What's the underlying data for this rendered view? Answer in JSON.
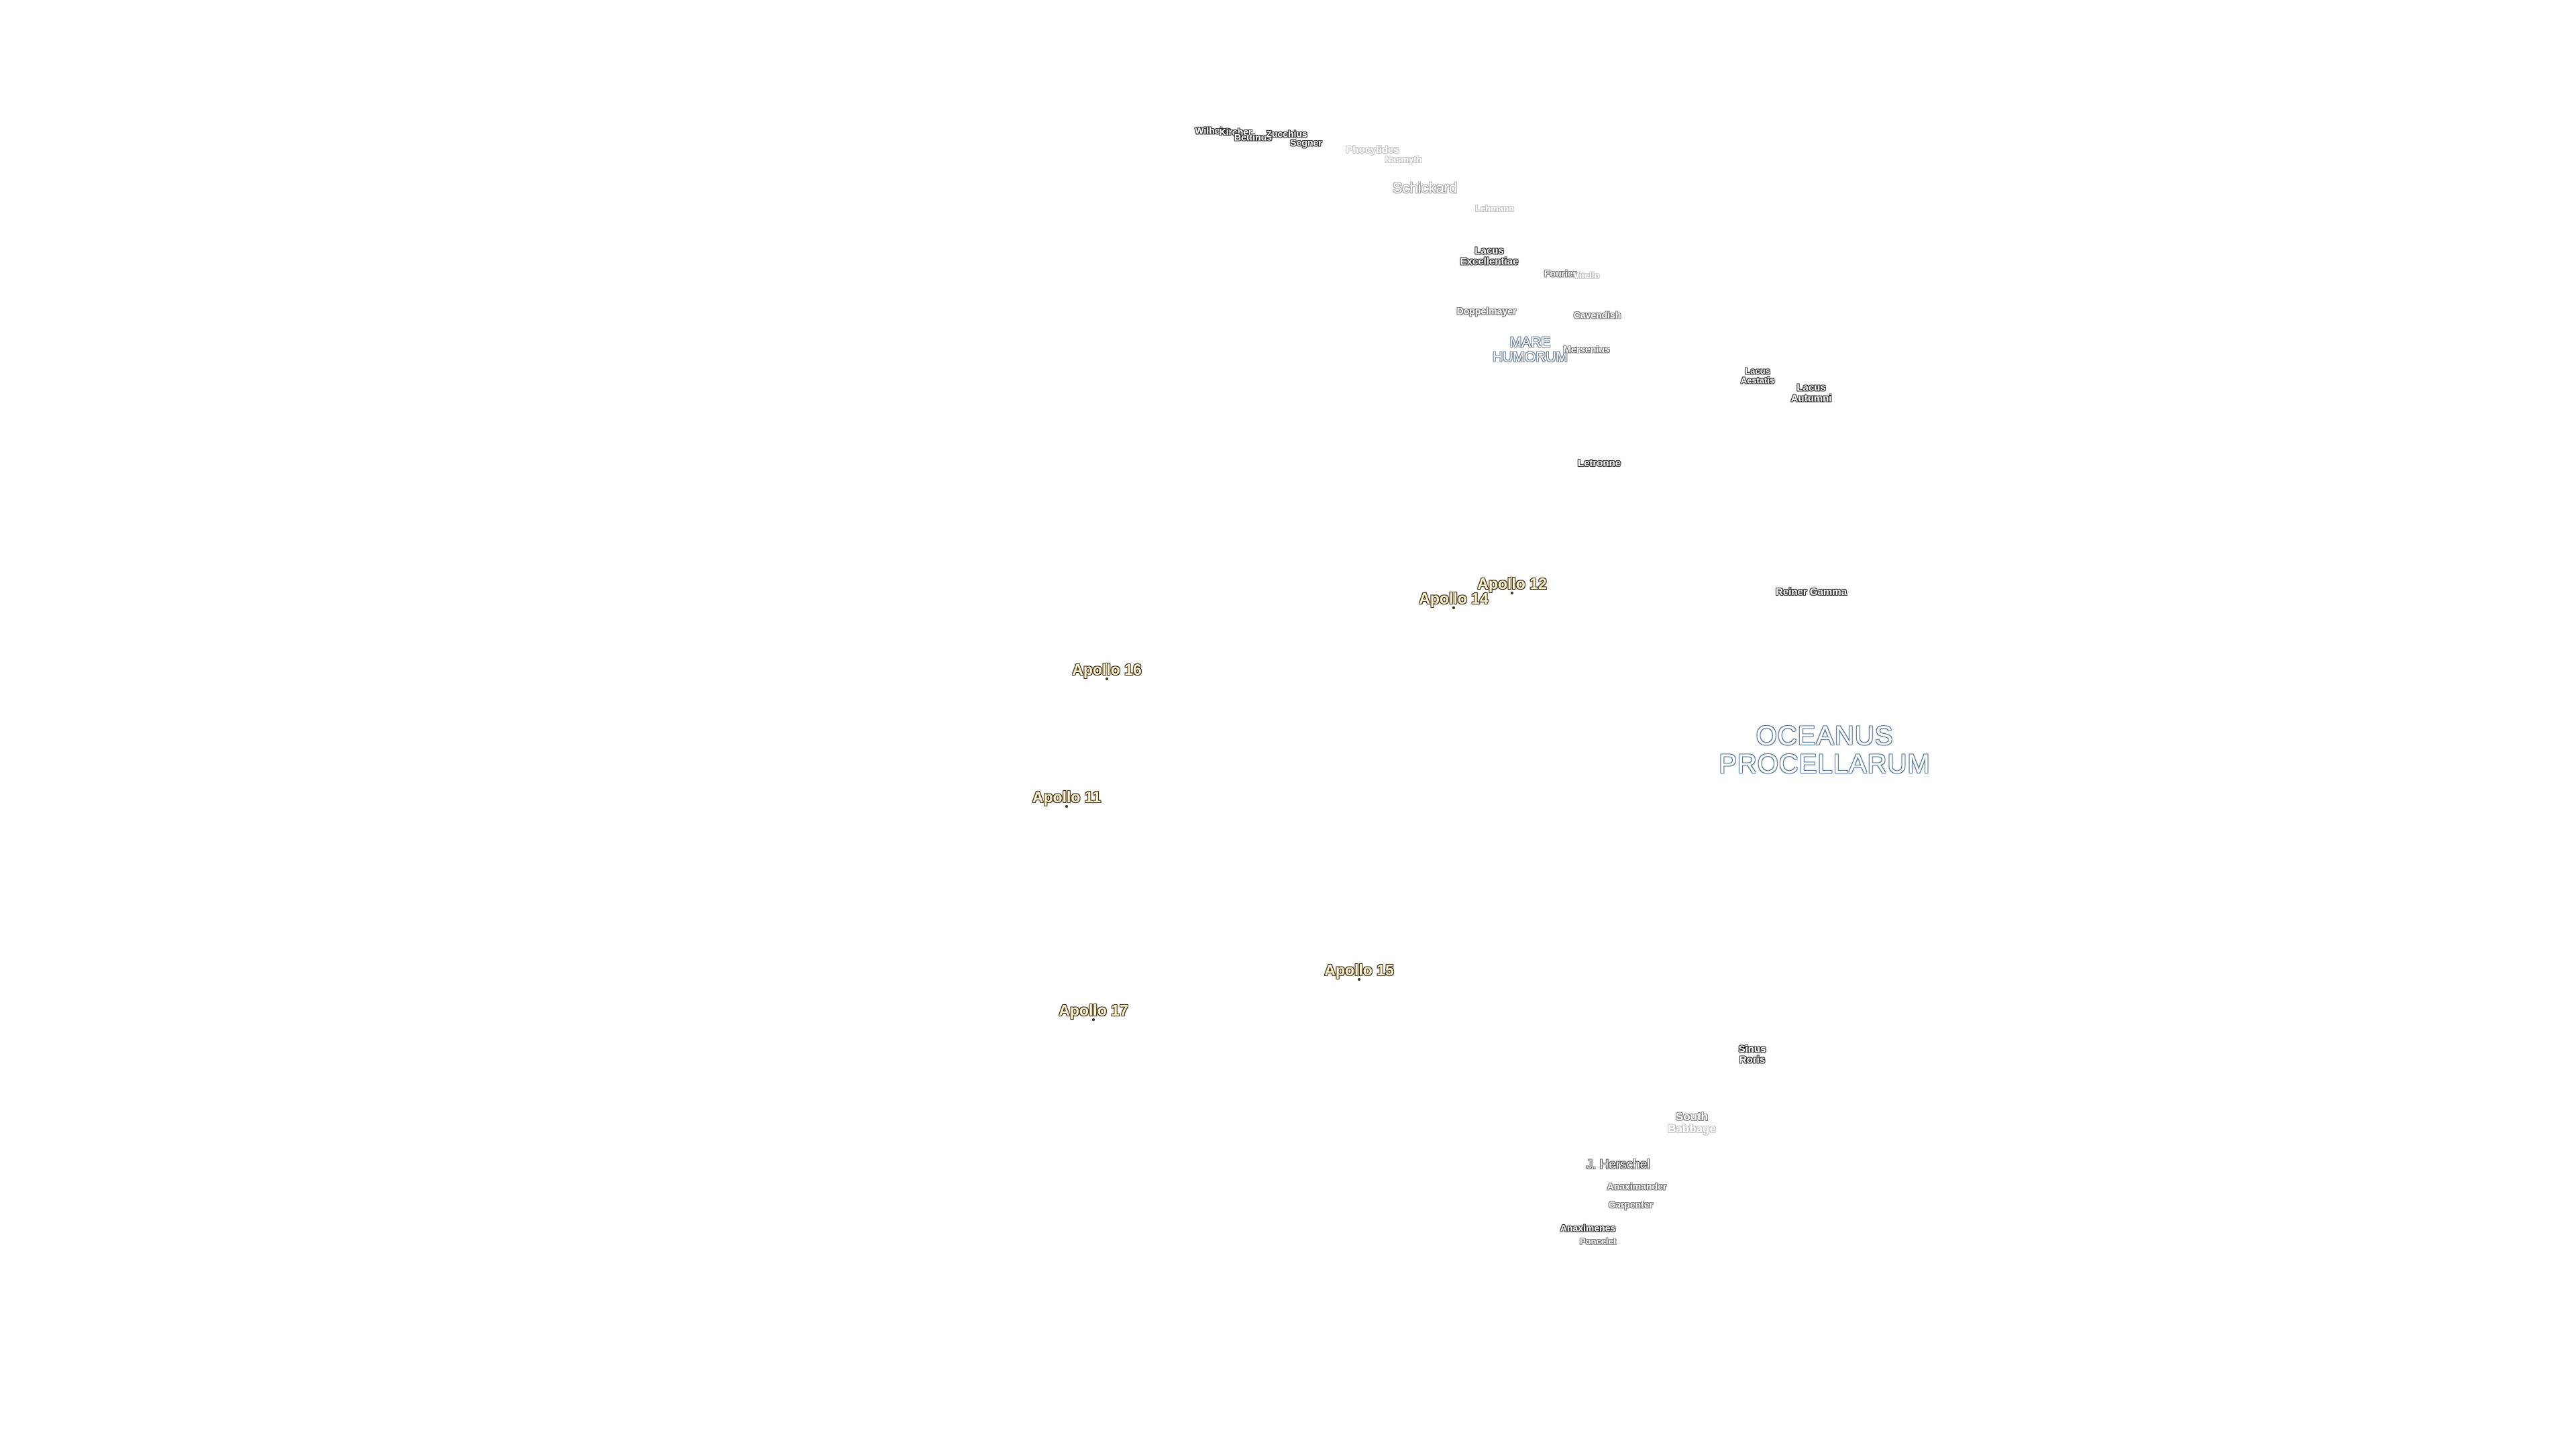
{
  "map": {
    "features": {
      "wilhelm": "Wilhelm",
      "kircher": "Kircher",
      "bettinus": "Bettinus",
      "zucchius": "Zucchius",
      "segner": "Segner",
      "phocylides": "Phocylides",
      "nasmyth": "Nasmyth",
      "schickard": "Schickard",
      "lehmann": "Lehmann",
      "lacus_excellentiae_1": "Lacus",
      "lacus_excellentiae_2": "Excellentiae",
      "fourier": "Fourier",
      "vitello": "Vitello",
      "doppelmayer": "Doppelmayer",
      "cavendish": "Cavendish",
      "mare_humorum_1": "MARE",
      "mare_humorum_2": "HUMORUM",
      "mersenius": "Mersenius",
      "lacus_aestatis_1": "Lacus",
      "lacus_aestatis_2": "Aestatis",
      "lacus_autumni_1": "Lacus",
      "lacus_autumni_2": "Autumni",
      "letronne": "Letronne",
      "reiner_gamma": "Reiner Gamma",
      "oceanus_1": "OCEANUS",
      "oceanus_2": "PROCELLARUM",
      "sinus_roris_1": "Sinus",
      "sinus_roris_2": "Roris",
      "south_babbage_1": "South",
      "south_babbage_2": "Babbage",
      "j_herschel": "J. Herschel",
      "anaximander": "Anaximander",
      "carpenter": "Carpenter",
      "anaximenes": "Anaximenes",
      "poncelet": "Poncelet"
    },
    "apollo_sites": {
      "apollo_12": "Apollo 12",
      "apollo_14": "Apollo 14",
      "apollo_16": "Apollo 16",
      "apollo_11": "Apollo 11",
      "apollo_15": "Apollo 15",
      "apollo_17": "Apollo 17"
    }
  }
}
